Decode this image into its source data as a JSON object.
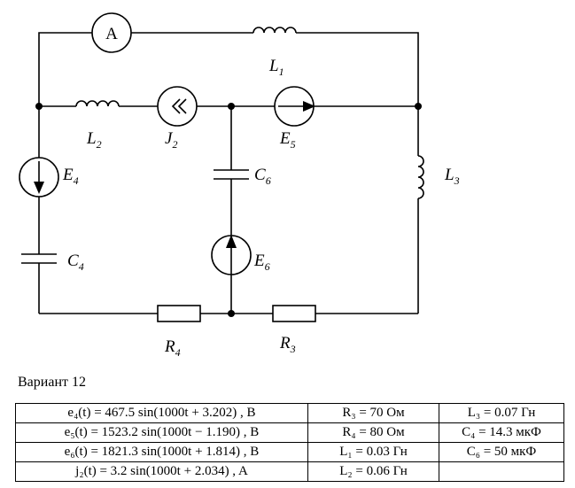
{
  "diagram": {
    "ammeter": "A",
    "elements": [
      {
        "id": "L1",
        "letter": "L",
        "sub": "1"
      },
      {
        "id": "L2",
        "letter": "L",
        "sub": "2"
      },
      {
        "id": "J2",
        "letter": "J",
        "sub": "2"
      },
      {
        "id": "E5",
        "letter": "E",
        "sub": "5"
      },
      {
        "id": "E4",
        "letter": "E",
        "sub": "4"
      },
      {
        "id": "C6",
        "letter": "C",
        "sub": "6"
      },
      {
        "id": "L3",
        "letter": "L",
        "sub": "3"
      },
      {
        "id": "E6",
        "letter": "E",
        "sub": "6"
      },
      {
        "id": "C4",
        "letter": "C",
        "sub": "4"
      },
      {
        "id": "R4",
        "letter": "R",
        "sub": "4"
      },
      {
        "id": "R3",
        "letter": "R",
        "sub": "3"
      }
    ]
  },
  "variant": "Вариант 12",
  "table": [
    [
      "e₄(t) = 467.5 sin(1000t + 3.202) , B",
      "R₃ = 70 Ом",
      "L₃ = 0.07 Гн"
    ],
    [
      "e₅(t) = 1523.2 sin(1000t − 1.190) , B",
      "R₄ = 80 Ом",
      "C₄ = 14.3 мкФ"
    ],
    [
      "e₆(t) = 1821.3 sin(1000t + 1.814) , B",
      "L₁ = 0.03 Гн",
      "C₆ = 50 мкФ"
    ],
    [
      "j₂(t) = 3.2 sin(1000t + 2.034) , A",
      "L₂ = 0.06 Гн",
      ""
    ]
  ]
}
